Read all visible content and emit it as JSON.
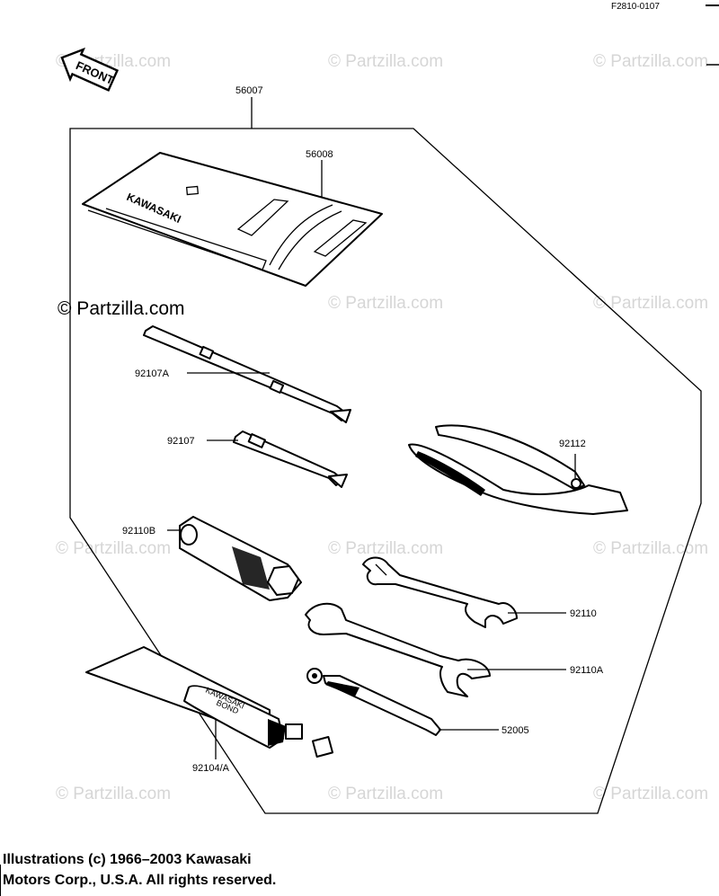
{
  "reference_code": "F2810-0107",
  "front_label": "FRONT",
  "watermark_text": "© Partzilla.com",
  "kit_label": "56007",
  "parts": [
    {
      "id": "56008",
      "label": "56008",
      "desc": "tool bag"
    },
    {
      "id": "92107A",
      "label": "92107A",
      "desc": "screwdriver"
    },
    {
      "id": "92107",
      "label": "92107",
      "desc": "screwdriver bit"
    },
    {
      "id": "92110B",
      "label": "92110B",
      "desc": "socket wrench"
    },
    {
      "id": "92112",
      "label": "92112",
      "desc": "pliers"
    },
    {
      "id": "92110",
      "label": "92110",
      "desc": "open end wrench"
    },
    {
      "id": "92110A",
      "label": "92110A",
      "desc": "open end wrench"
    },
    {
      "id": "52005",
      "label": "52005",
      "desc": "spark plug tool"
    },
    {
      "id": "92104A",
      "label": "92104/A",
      "desc": "bond tube"
    }
  ],
  "bag_brand": "KAWASAKI",
  "tube_text": [
    "KAWASAKI",
    "BOND"
  ],
  "copyright_lines": [
    "Illustrations (c) 1966–2003 Kawasaki",
    "Motors Corp., U.S.A.  All rights reserved."
  ]
}
